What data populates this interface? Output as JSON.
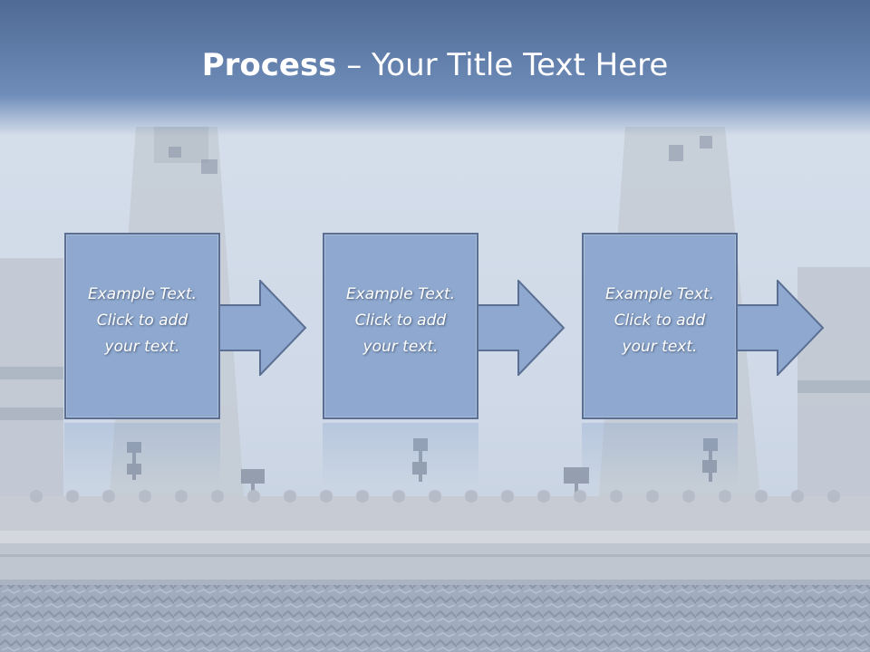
{
  "slide": {
    "title_bold": "Process",
    "title_rest": " – Your Title Text Here"
  },
  "steps": [
    {
      "line1": "Example Text.",
      "line2": "Click  to add",
      "line3": "your text."
    },
    {
      "line1": "Example Text.",
      "line2": "Click  to add",
      "line3": "your text."
    },
    {
      "line1": "Example Text.",
      "line2": "Click  to add",
      "line3": "your text."
    }
  ],
  "colors": {
    "title_bar": "#4e6a95",
    "box_fill": "#8ea8cf",
    "box_border": "#5b6f93",
    "text": "#ffffff"
  }
}
